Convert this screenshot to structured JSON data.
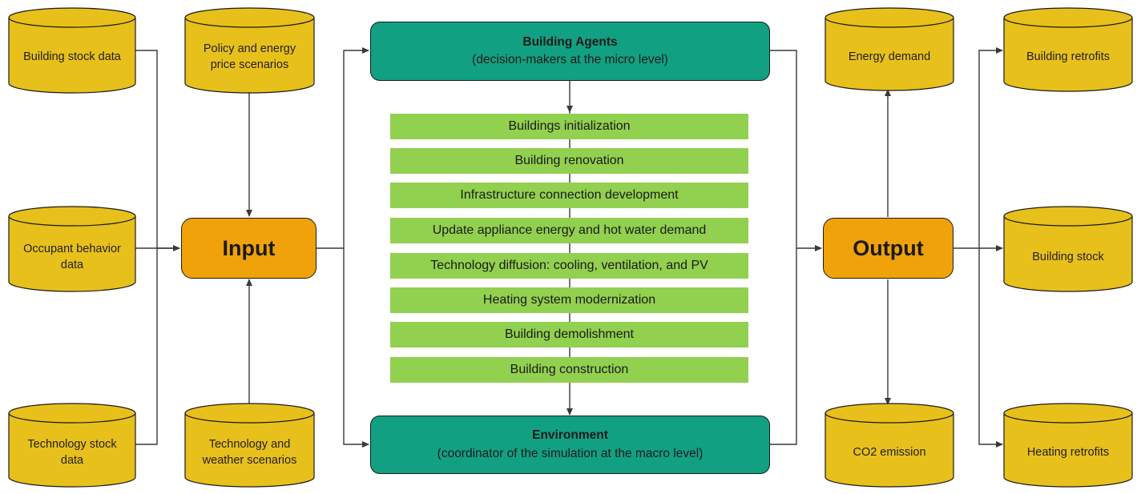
{
  "colors": {
    "database": "#e8c01c",
    "hub": "#f0a20a",
    "agent": "#12a083",
    "step": "#92d050",
    "line": "#3a3a3a"
  },
  "inputs": [
    {
      "id": "building-stock-data",
      "label": "Building stock data"
    },
    {
      "id": "policy-energy-price-scenarios",
      "label": "Policy and energy price scenarios"
    },
    {
      "id": "occupant-behavior-data",
      "label": "Occupant behavior data"
    },
    {
      "id": "technology-stock-data",
      "label": "Technology stock data"
    },
    {
      "id": "technology-weather-scenarios",
      "label": "Technology and weather scenarios"
    }
  ],
  "input_hub": {
    "label": "Input"
  },
  "building_agents": {
    "title": "Building Agents",
    "subtitle": "(decision-makers at the micro level)"
  },
  "steps": [
    "Buildings initialization",
    "Building renovation",
    "Infrastructure connection development",
    "Update appliance energy and hot water demand",
    "Technology diffusion: cooling, ventilation, and PV",
    "Heating system modernization",
    "Building demolishment",
    "Building construction"
  ],
  "environment": {
    "title": "Environment",
    "subtitle": "(coordinator of the simulation at the macro level)"
  },
  "output_hub": {
    "label": "Output"
  },
  "outputs": [
    {
      "id": "energy-demand",
      "label": "Energy demand"
    },
    {
      "id": "co2-emission",
      "label": "CO2 emission"
    },
    {
      "id": "building-retrofits",
      "label": "Building retrofits"
    },
    {
      "id": "building-stock",
      "label": "Building stock"
    },
    {
      "id": "heating-retrofits",
      "label": "Heating retrofits"
    }
  ]
}
